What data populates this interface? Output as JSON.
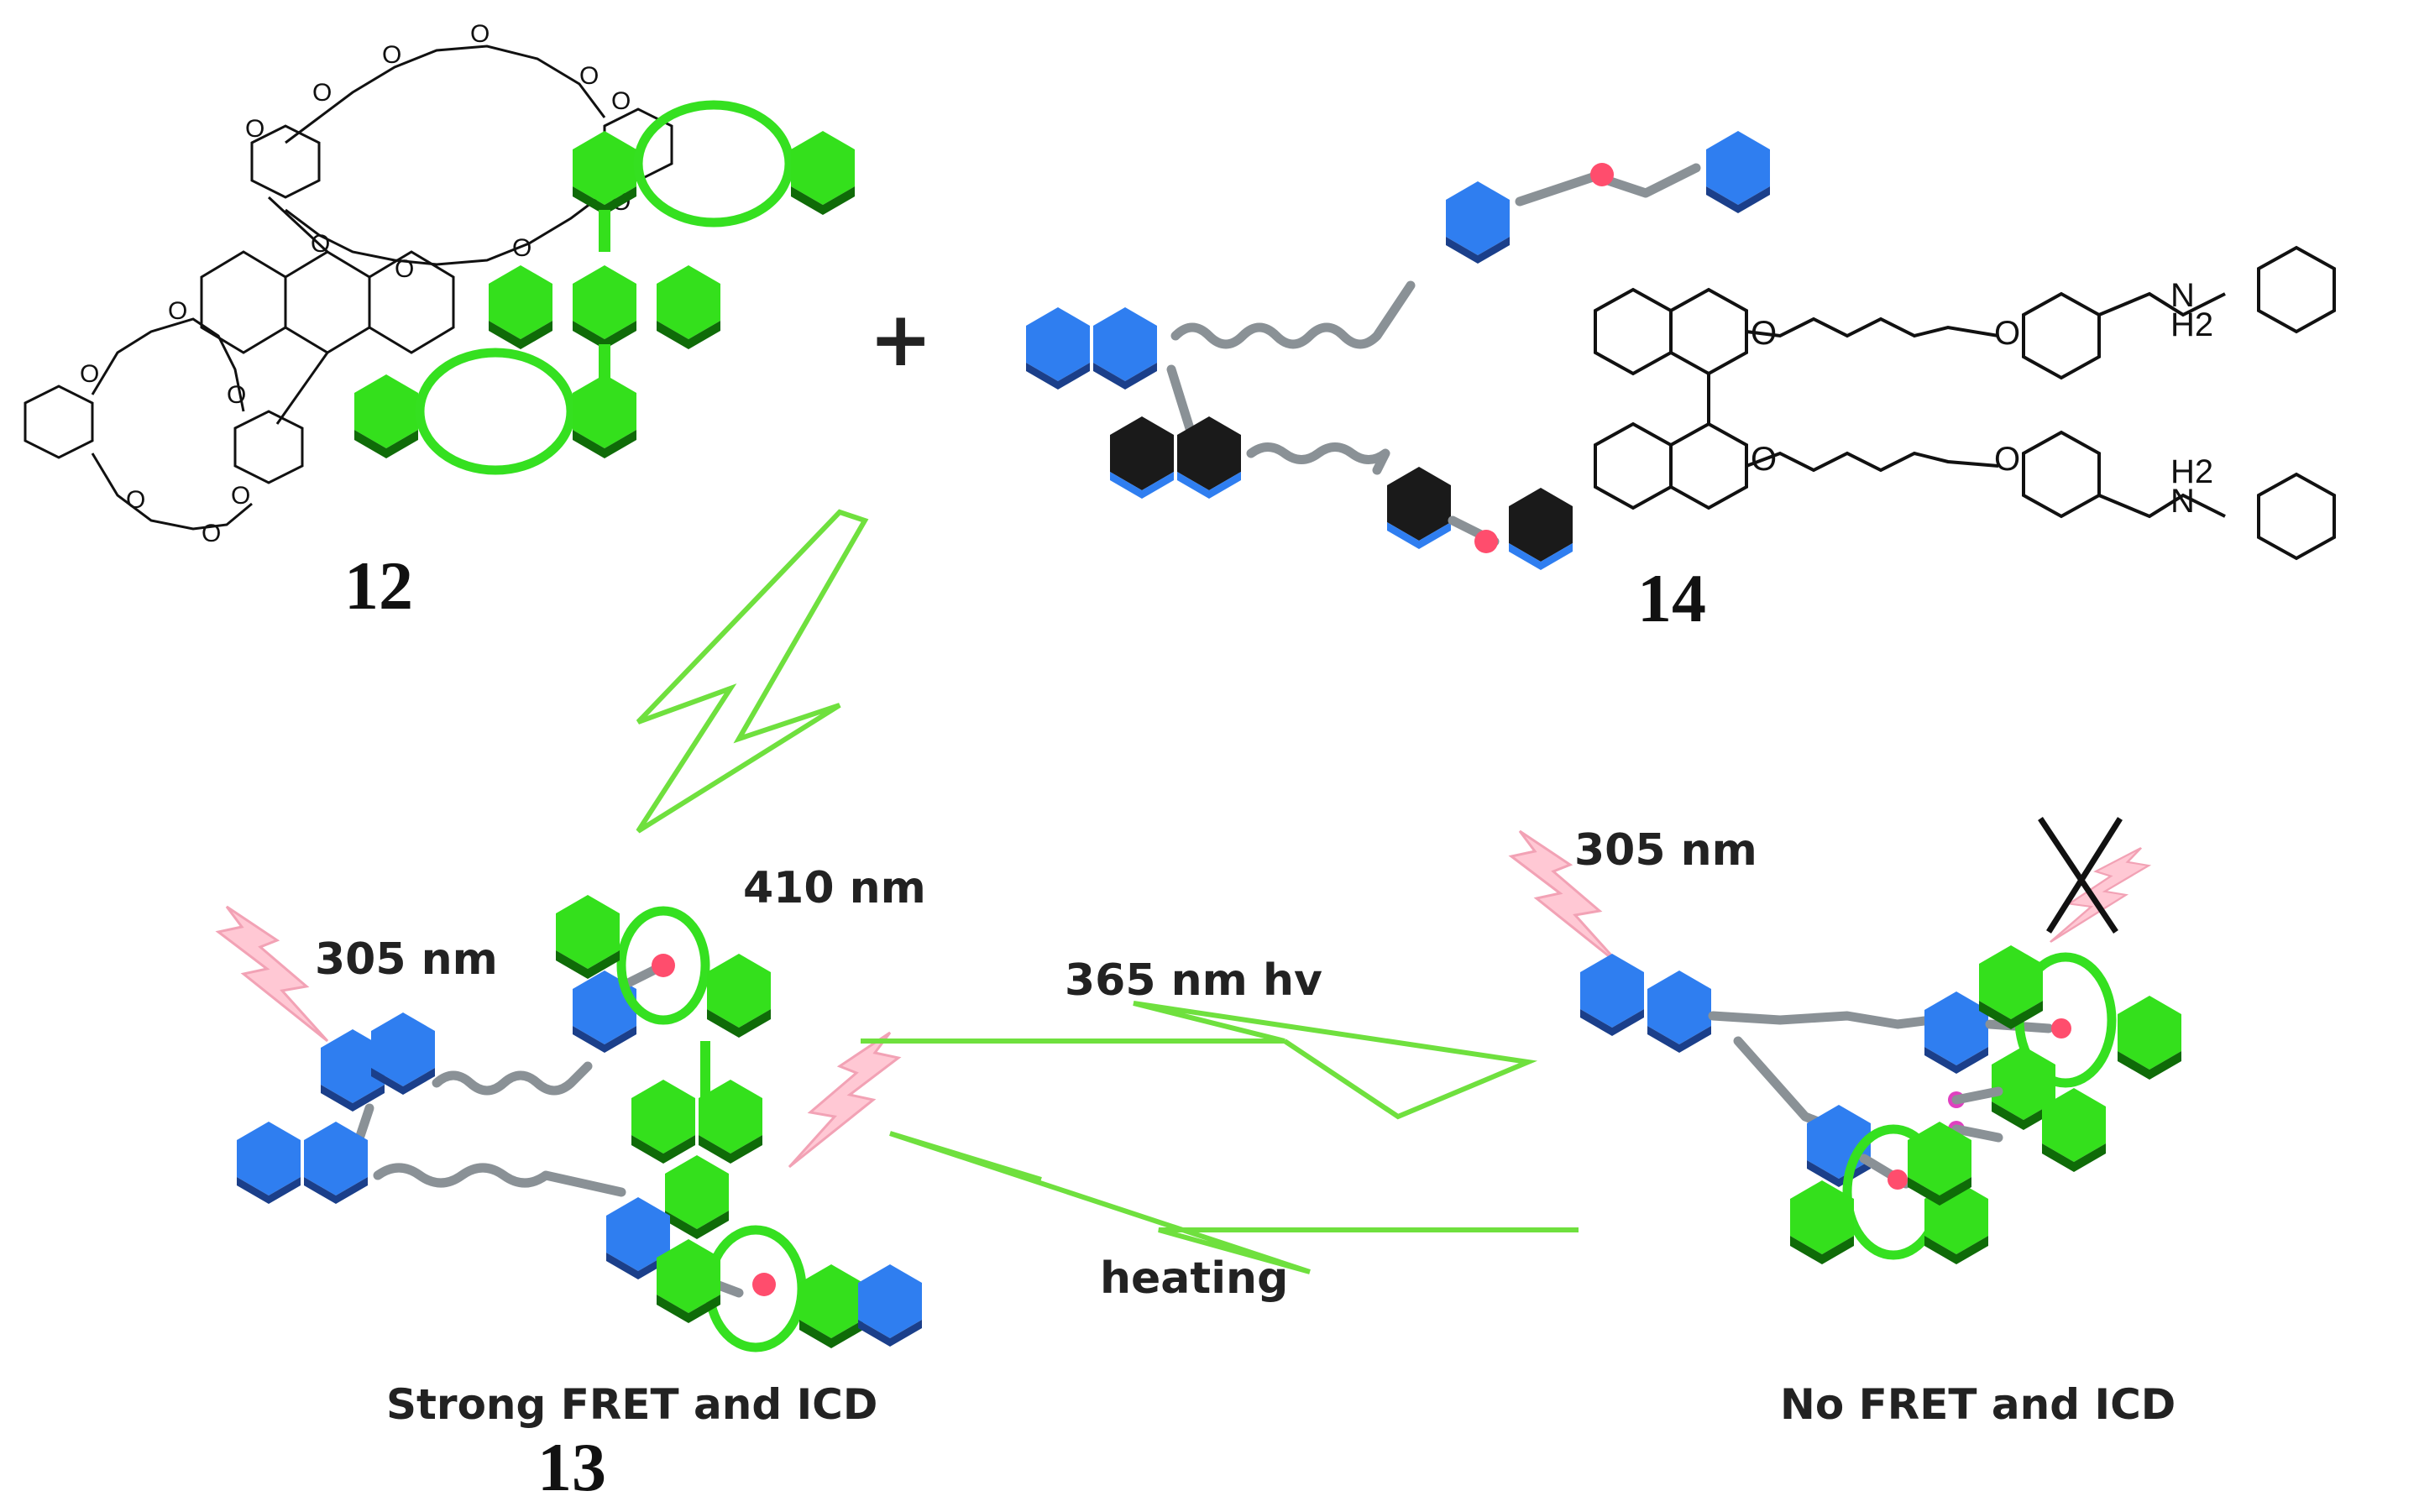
{
  "compounds": {
    "left_label": "12",
    "right_label": "14",
    "product_label": "13"
  },
  "operator": "+",
  "atoms": {
    "oxygen": "O",
    "amine_nh": "N",
    "amine_h2": "H2"
  },
  "wavelengths": {
    "excite_left": "305 nm",
    "emit_left": "410 nm",
    "excite_right": "305 nm"
  },
  "equilibrium": {
    "forward_label": "365 nm hv",
    "reverse_label": "heating"
  },
  "states": {
    "left_caption": "Strong FRET and ICD",
    "right_caption": "No FRET and ICD"
  },
  "colors": {
    "green": "#34e01c",
    "green_dark": "#0f6b08",
    "blue": "#2f7ef0",
    "blue_dark": "#1b3f8a",
    "black_unit": "#1a1a1a",
    "pink_dot": "#ff4d6d",
    "bolt_pink": "#ffc8d4",
    "chain_gray": "#8a9196",
    "arrow_green": "#6fe03e"
  },
  "icons": [
    "lightning-bolt-icon",
    "cross-mark-icon"
  ]
}
